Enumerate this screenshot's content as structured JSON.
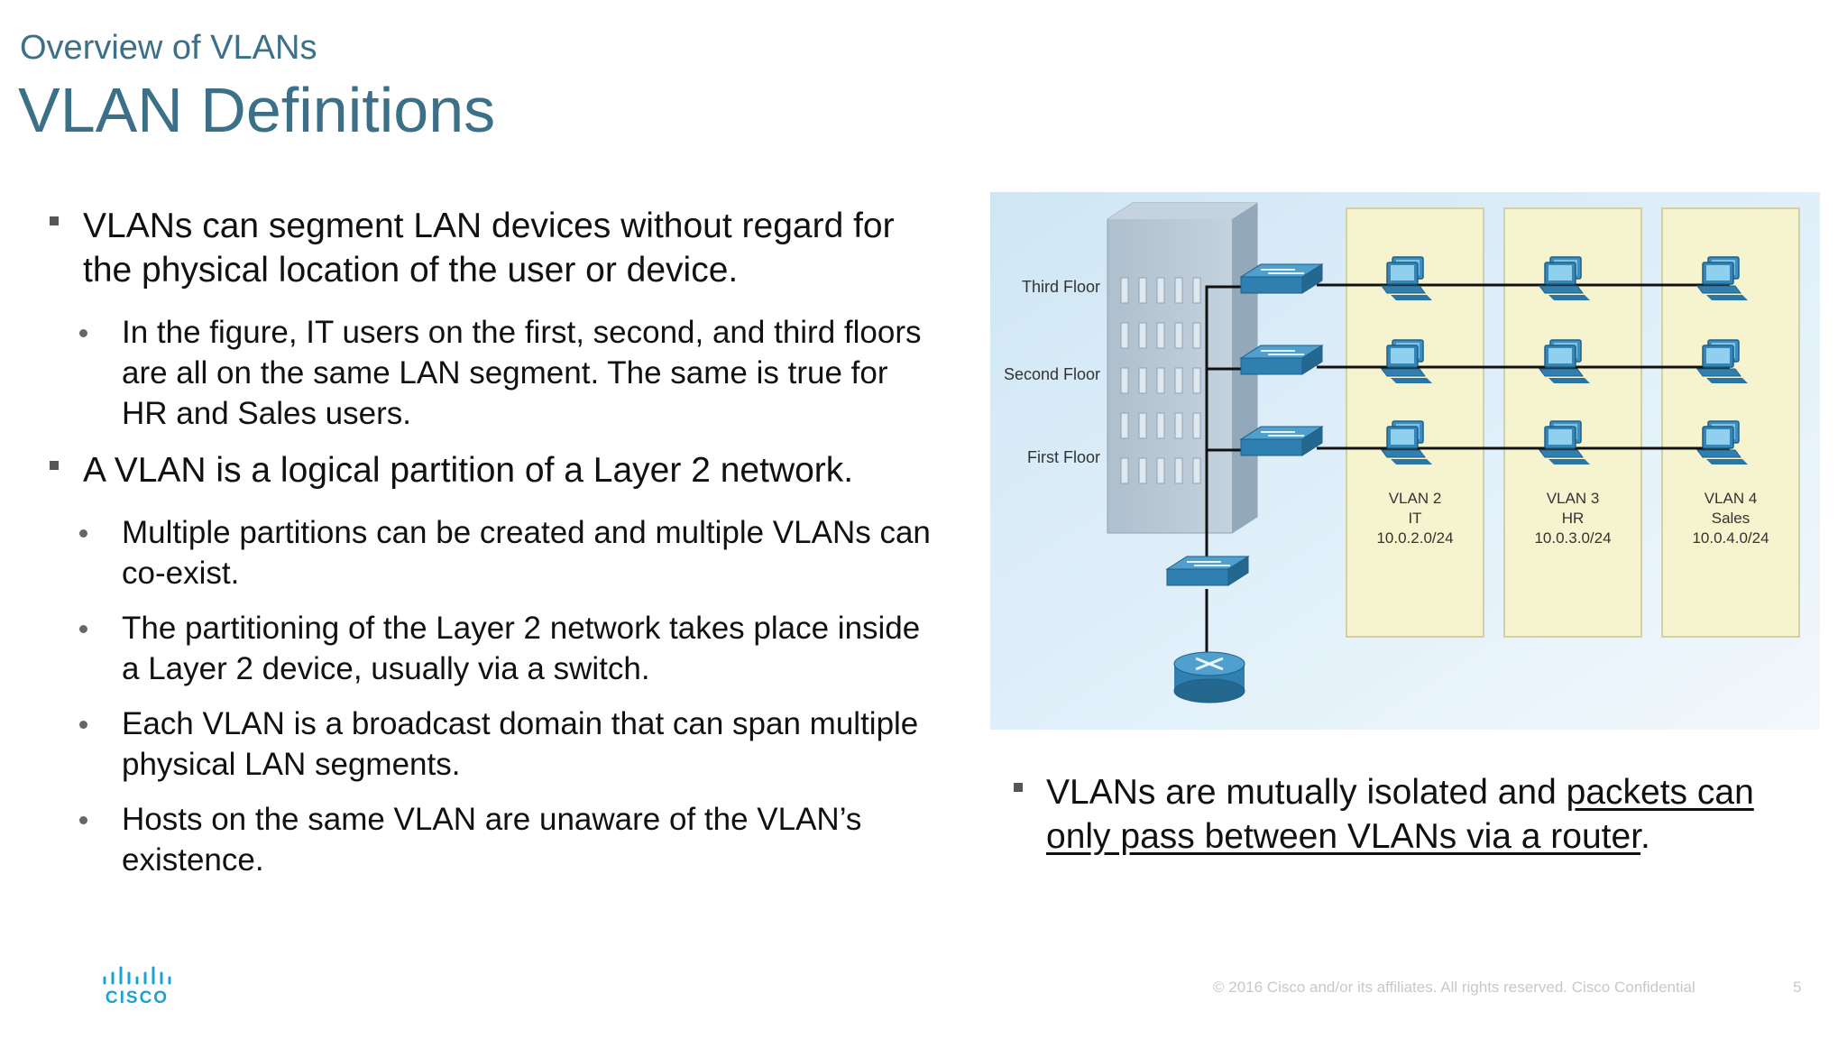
{
  "slide": {
    "subtitle": "Overview of VLANs",
    "title": "VLAN Definitions"
  },
  "left_bullets": [
    {
      "level": 1,
      "text": "VLANs can segment LAN devices without regard for the physical location of the user or device."
    },
    {
      "level": 2,
      "text": "In the figure, IT users on the first, second, and third floors are all on the same LAN segment. The same is true for HR and Sales users."
    },
    {
      "level": 1,
      "text": "A VLAN is a logical partition of a Layer 2 network."
    },
    {
      "level": 2,
      "text": "Multiple partitions can be created and multiple VLANs can co-exist."
    },
    {
      "level": 2,
      "text": "The partitioning of the Layer 2 network takes place inside a Layer 2 device, usually via a switch."
    },
    {
      "level": 2,
      "text": "Each VLAN is a broadcast domain that can span multiple physical LAN segments."
    },
    {
      "level": 2,
      "text": "Hosts on the same VLAN are unaware of the VLAN’s existence."
    }
  ],
  "figure": {
    "floors": [
      "Third Floor",
      "Second Floor",
      "First Floor"
    ],
    "vlans": [
      {
        "name": "VLAN 2",
        "dept": "IT",
        "subnet": "10.0.2.0/24"
      },
      {
        "name": "VLAN 3",
        "dept": "HR",
        "subnet": "10.0.3.0/24"
      },
      {
        "name": "VLAN 4",
        "dept": "Sales",
        "subnet": "10.0.4.0/24"
      }
    ],
    "colors": {
      "background": "#d6ebf7",
      "vlan_panel": "#f6f4cf",
      "device": "#2f7fb0",
      "building": "#9fb3c4"
    }
  },
  "right_bullet": {
    "prefix": "VLANs are mutually isolated and ",
    "underlined": "packets can only pass between VLANs via a router",
    "suffix": "."
  },
  "footer": {
    "logo_text": "CISCO",
    "copyright": "© 2016  Cisco and/or its affiliates. All rights reserved.   Cisco Confidential",
    "page": "5"
  }
}
